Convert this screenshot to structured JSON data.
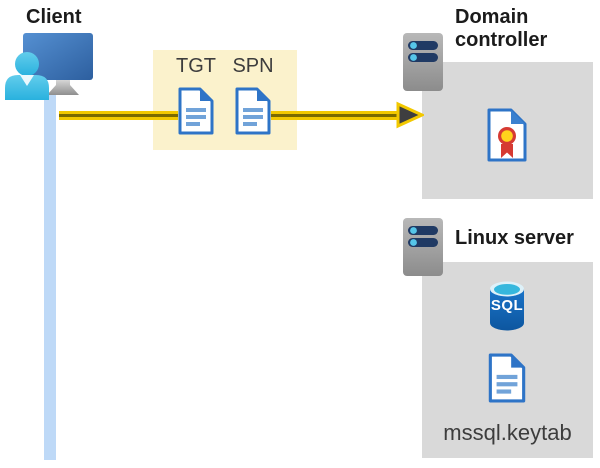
{
  "diagram": {
    "client": {
      "label": "Client"
    },
    "ticket_box": {
      "tgt_label": "TGT",
      "spn_label": "SPN"
    },
    "domain_controller": {
      "label": "Domain controller"
    },
    "linux_server": {
      "label": "Linux server",
      "sql_badge": "SQL",
      "keytab_label": "mssql.keytab"
    },
    "icons": [
      "monitor-icon",
      "user-icon",
      "document-icon",
      "certificate-icon",
      "server-icon",
      "sql-database-icon",
      "arrow-head-icon"
    ],
    "colors": {
      "arrow_yellow": "#f2c800",
      "arrow_core": "#7a6a00",
      "arrow_head_dark": "#3e3e40",
      "ticket_box_bg": "#fbf2cc",
      "server_box_bg": "#d9d9d9",
      "client_timeline": "#bed9f7",
      "document_blue": "#2e74c7",
      "document_line_blue": "#71a3d9",
      "monitor_blue_start": "#5590d2",
      "monitor_blue_end": "#2d5f9f",
      "user_cyan": "#38bce4",
      "server_bar_navy": "#203a64",
      "server_dot_cyan": "#56c6e9",
      "sql_body_blue": "#1266b1",
      "sql_top_cyan": "#35b7dd",
      "seal_red": "#d63a32",
      "seal_yellow": "#ffd21c",
      "title_text": "#1b1b1b",
      "sub_text": "#3d3d3d"
    }
  }
}
